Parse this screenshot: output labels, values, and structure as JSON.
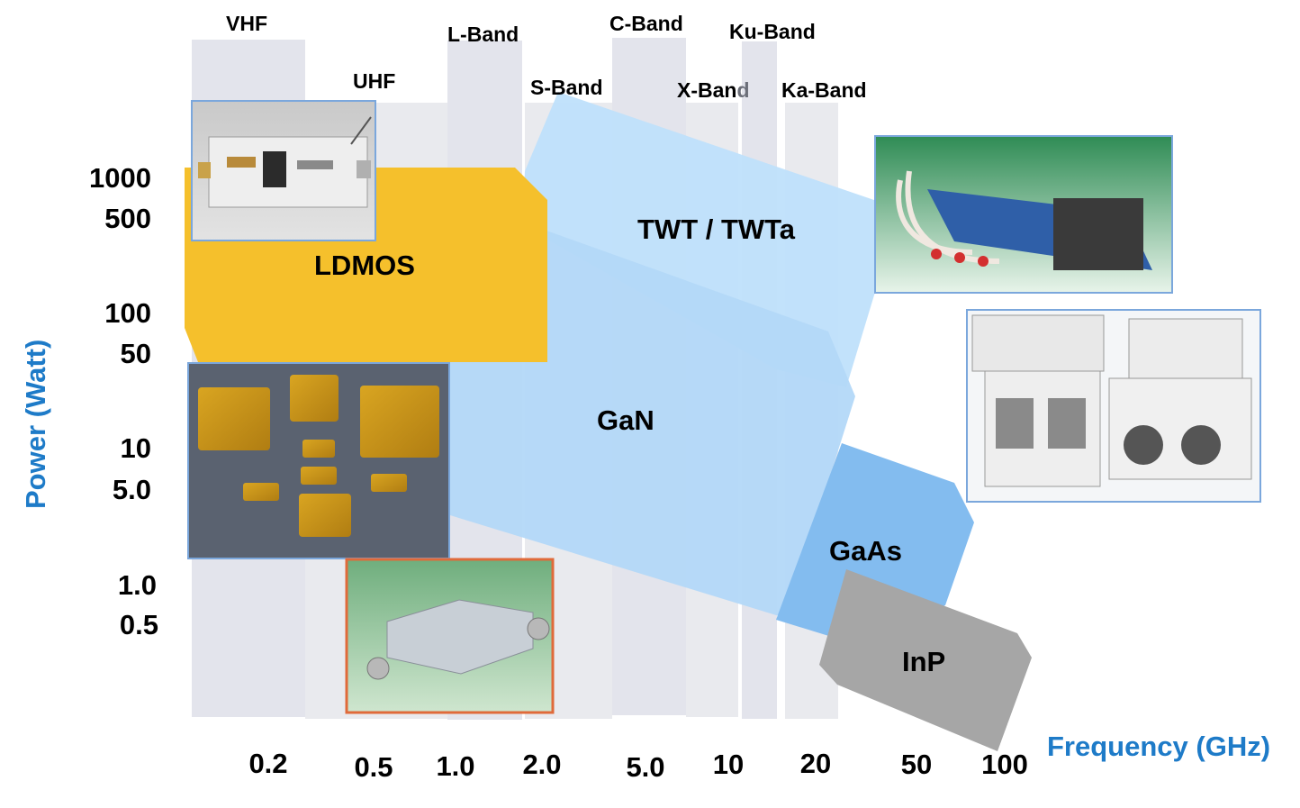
{
  "bands": [
    {
      "label": "VHF"
    },
    {
      "label": "UHF"
    },
    {
      "label": "L-Band"
    },
    {
      "label": "S-Band"
    },
    {
      "label": "C-Band"
    },
    {
      "label": "X-Ban",
      "label_tail": "d"
    },
    {
      "label": "Ku-Band"
    },
    {
      "label": "Ka-Band"
    }
  ],
  "y_axis": {
    "title": "Power  (Watt)",
    "ticks": [
      "1000",
      "500",
      "100",
      "50",
      "10",
      "5.0",
      "1.0",
      "0.5"
    ]
  },
  "x_axis": {
    "title": "Frequency (GHz)",
    "ticks": [
      "0.2",
      "0.5",
      "1.0",
      "2.0",
      "5.0",
      "10",
      "20",
      "50",
      "100"
    ]
  },
  "technologies": [
    {
      "label": "LDMOS",
      "color": "#f5c02c"
    },
    {
      "label": "TWT / TWTa",
      "color": "#bfe0fb"
    },
    {
      "label": "GaN",
      "color": "#b3d8f8"
    },
    {
      "label": "GaAs",
      "color": "#83bcef"
    },
    {
      "label": "InP",
      "color": "#a6a6a6"
    }
  ],
  "colors": {
    "band_column": "#e3e4ec",
    "band_column_alt": "#e9eaee",
    "axis_title": "#1e7bc8",
    "photo_frame_blue": "#7ba7dc",
    "photo_frame_orange": "#e06a3a"
  }
}
